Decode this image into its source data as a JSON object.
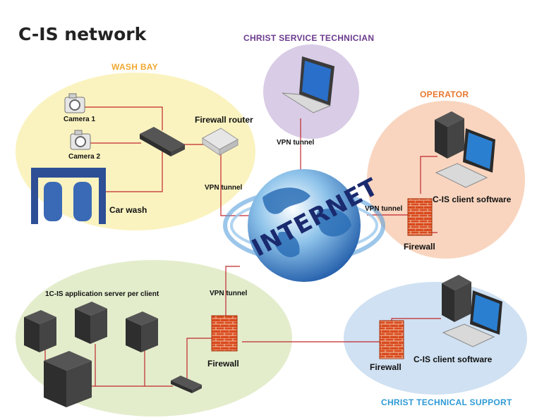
{
  "title": "C-IS network",
  "zones": {
    "wash_bay": "WASH BAY",
    "technician": "CHRIST SERVICE TECHNICIAN",
    "operator": "OPERATOR",
    "support": "CHRIST TECHNICAL SUPPORT"
  },
  "labels": {
    "camera1": "Camera 1",
    "camera2": "Camera 2",
    "car_wash": "Car wash",
    "firewall_router": "Firewall router",
    "vpn_tech": "VPN tunnel",
    "vpn_wash": "VPN tunnel",
    "vpn_operator": "VPN tunnel",
    "vpn_server": "VPN tunnel",
    "operator_software": "C-IS client software",
    "operator_firewall": "Firewall",
    "server_caption": "1C-IS application server per client",
    "server_firewall": "Firewall",
    "support_firewall": "Firewall",
    "support_software": "C-IS client software",
    "internet": "INTERNET"
  },
  "colors": {
    "wash_zone": "#faf3c0",
    "technician_zone": "#d9cce6",
    "operator_zone": "#f9d5bf",
    "support_zone": "#cfe1f2",
    "server_zone": "#e3edcc",
    "wash_label": "#f0a830",
    "technician_label": "#6b3a8e",
    "operator_label": "#e8772e",
    "support_label": "#2e9ad6",
    "link_line": "#c0282d"
  },
  "icons": [
    "camera-icon",
    "network-switch-icon",
    "firewall-router-icon",
    "car-wash-icon",
    "laptop-icon",
    "desktop-computer-icon",
    "firewall-brick-icon",
    "server-tower-icon",
    "internet-globe-icon"
  ]
}
